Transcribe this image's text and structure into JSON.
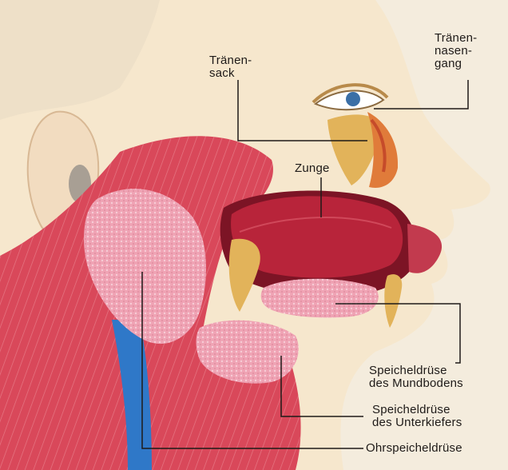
{
  "labels": {
    "traenensack": "Tränen-\nsack",
    "traenennasengang": "Tränen-\nnasen-\ngang",
    "zunge": "Zunge",
    "speicheldruese_mundboden": "Speicheldrüse\ndes Mundbodens",
    "speicheldruese_unterkiefer": "Speicheldrüse\ndes Unterkiefers",
    "ohrspeicheldruese": "Ohrspeicheldrüse"
  },
  "colors": {
    "background": "#f4ecdd",
    "skin": "#f6e7cd",
    "muscle": "#d9485a",
    "gland": "#efa3b4",
    "tongue": "#b8243a",
    "bone": "#e2b35a",
    "vessel": "#2f78c8",
    "leader_line": "#1e1a18"
  }
}
